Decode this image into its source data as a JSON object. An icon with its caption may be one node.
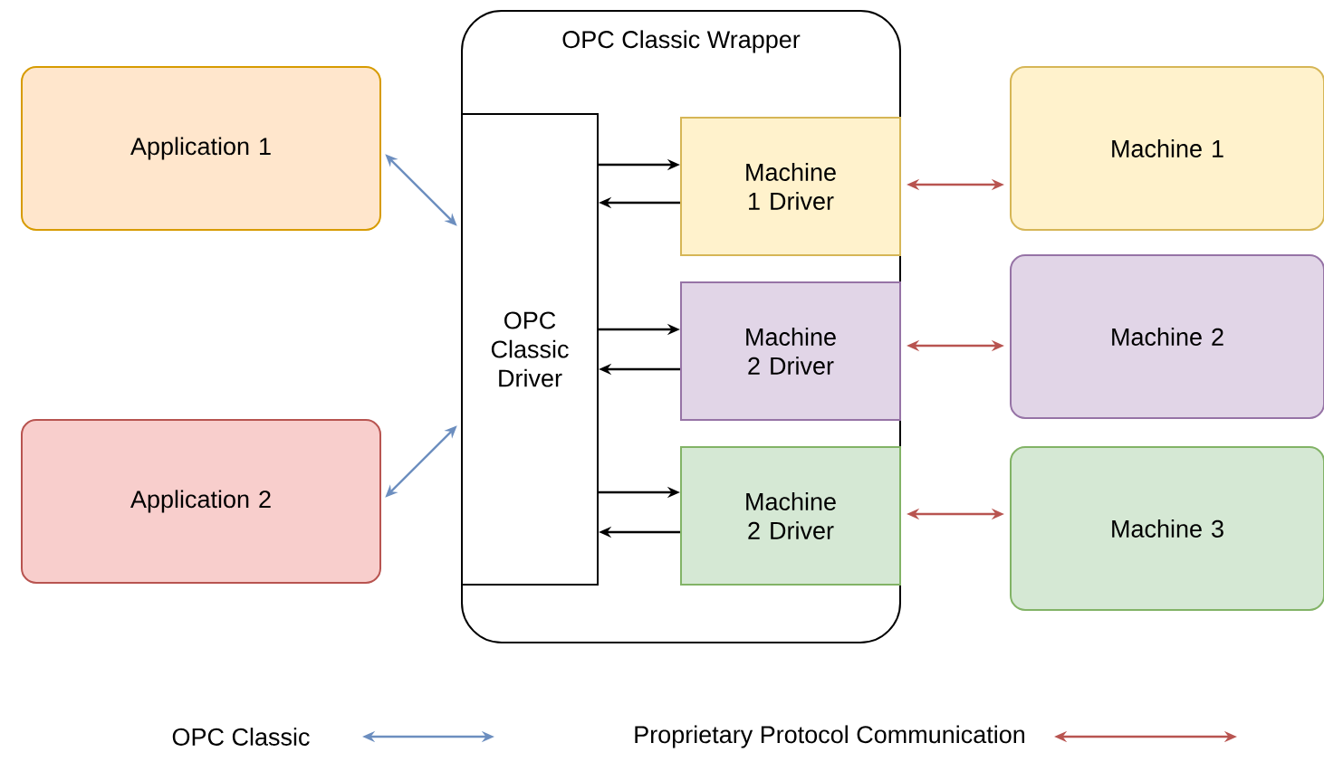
{
  "diagram": {
    "nodes": [
      {
        "text": [
          "OPC Classic Wrapper"
        ]
      },
      {
        "text": [
          "OPC Classic Driver"
        ],
        "in": 0
      },
      {
        "text": [
          "Machine 1 Driver"
        ],
        "in": 0
      },
      {
        "text": [
          "Machine 2 Driver"
        ],
        "in": 0
      },
      {
        "text": [
          "Machine 2 Driver"
        ],
        "in": 0
      },
      {
        "text": [
          "Application 1"
        ]
      },
      {
        "text": [
          "Application 2"
        ]
      },
      {
        "text": [
          "Machine 1"
        ]
      },
      {
        "text": [
          "Machine 2"
        ]
      },
      {
        "text": [
          "Machine 3"
        ]
      }
    ],
    "edges": [
      {
        "from": 5,
        "to": 1,
        "arrow": "both",
        "color": "#6c8ebf"
      },
      {
        "from": 6,
        "to": 1,
        "arrow": "both",
        "color": "#6c8ebf"
      },
      {
        "from": 1,
        "to": 2,
        "arrow": "to"
      },
      {
        "from": 2,
        "to": 1,
        "arrow": "to"
      },
      {
        "from": 1,
        "to": 3,
        "arrow": "to"
      },
      {
        "from": 3,
        "to": 1,
        "arrow": "to"
      },
      {
        "from": 1,
        "to": 4,
        "arrow": "to"
      },
      {
        "from": 4,
        "to": 1,
        "arrow": "to"
      },
      {
        "from": 2,
        "to": 7,
        "arrow": "both",
        "color": "#b85450"
      },
      {
        "from": 3,
        "to": 8,
        "arrow": "both",
        "color": "#b85450"
      },
      {
        "from": 4,
        "to": 9,
        "arrow": "both",
        "color": "#b85450"
      }
    ],
    "legend": [
      {
        "text": "OPC Classic"
      },
      {
        "text": "Proprietary Protocol Communication"
      }
    ]
  }
}
